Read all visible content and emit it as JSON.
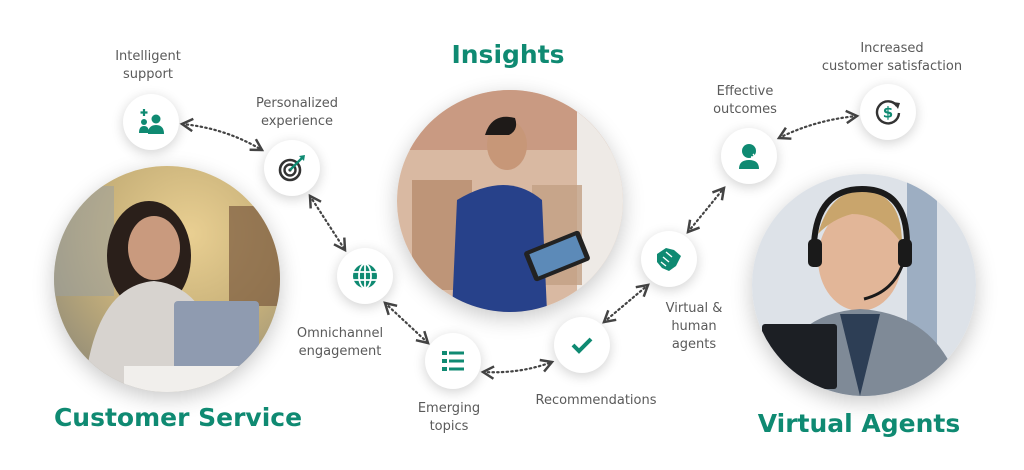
{
  "colors": {
    "accent": "#0f8a72",
    "icon_dark": "#333333",
    "label_text": "#5a5a5a",
    "connector": "#444444"
  },
  "titles": {
    "customer_service": "Customer Service",
    "insights": "Insights",
    "virtual_agents": "Virtual Agents"
  },
  "photos": [
    {
      "name": "customer-service-photo",
      "subject": "woman working on laptop"
    },
    {
      "name": "insights-photo",
      "subject": "man holding tablet"
    },
    {
      "name": "virtual-agents-photo",
      "subject": "man wearing headset"
    }
  ],
  "nodes": [
    {
      "id": "intelligent-support",
      "icon": "add-people-icon",
      "label_line1": "Intelligent",
      "label_line2": "support"
    },
    {
      "id": "personalized-experience",
      "icon": "target-icon",
      "label_line1": "Personalized",
      "label_line2": "experience"
    },
    {
      "id": "omnichannel-engagement",
      "icon": "globe-icon",
      "label_line1": "Omnichannel",
      "label_line2": "engagement"
    },
    {
      "id": "emerging-topics",
      "icon": "list-icon",
      "label_line1": "Emerging",
      "label_line2": "topics"
    },
    {
      "id": "recommendations",
      "icon": "checkmark-icon",
      "label_line1": "Recommendations",
      "label_line2": ""
    },
    {
      "id": "virtual-human-agents",
      "icon": "handshake-icon",
      "label_line1": "Virtual &",
      "label_line2": "human",
      "label_line3": "agents"
    },
    {
      "id": "effective-outcomes",
      "icon": "headset-person-icon",
      "label_line1": "Effective",
      "label_line2": "outcomes"
    },
    {
      "id": "increased-customer-satisfaction",
      "icon": "dollar-refresh-icon",
      "label_line1": "Increased",
      "label_line2": "customer satisfaction"
    }
  ]
}
